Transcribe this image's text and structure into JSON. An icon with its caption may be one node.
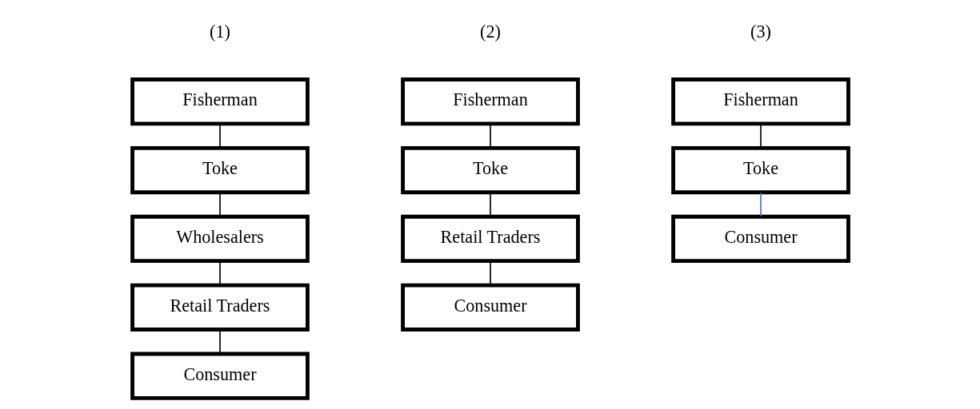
{
  "diagram": {
    "nodes": [
      {
        "text": [
          "Fisherman"
        ]
      },
      {
        "text": [
          "Toke"
        ]
      },
      {
        "text": [
          "Wholesalers"
        ]
      },
      {
        "text": [
          "Retail Traders"
        ]
      },
      {
        "text": [
          "Consumer"
        ]
      },
      {
        "text": [
          "Fisherman"
        ]
      },
      {
        "text": [
          "Toke"
        ]
      },
      {
        "text": [
          "Retail Traders"
        ]
      },
      {
        "text": [
          "Consumer"
        ]
      },
      {
        "text": [
          "Fisherman"
        ]
      },
      {
        "text": [
          "Toke"
        ]
      },
      {
        "text": [
          "Consumer"
        ]
      }
    ],
    "edges": [
      {
        "from": 0,
        "to": 1,
        "arrow": "none"
      },
      {
        "from": 1,
        "to": 2,
        "arrow": "none"
      },
      {
        "from": 2,
        "to": 3,
        "arrow": "none"
      },
      {
        "from": 3,
        "to": 4,
        "arrow": "none"
      },
      {
        "from": 5,
        "to": 6,
        "arrow": "none"
      },
      {
        "from": 6,
        "to": 7,
        "arrow": "none"
      },
      {
        "from": 7,
        "to": 8,
        "arrow": "none"
      },
      {
        "from": 9,
        "to": 10,
        "arrow": "none"
      },
      {
        "from": 10,
        "to": 11,
        "arrow": "none",
        "color": "#4472c4"
      }
    ],
    "labels": [
      "(1)",
      "(2)",
      "(3)"
    ]
  }
}
